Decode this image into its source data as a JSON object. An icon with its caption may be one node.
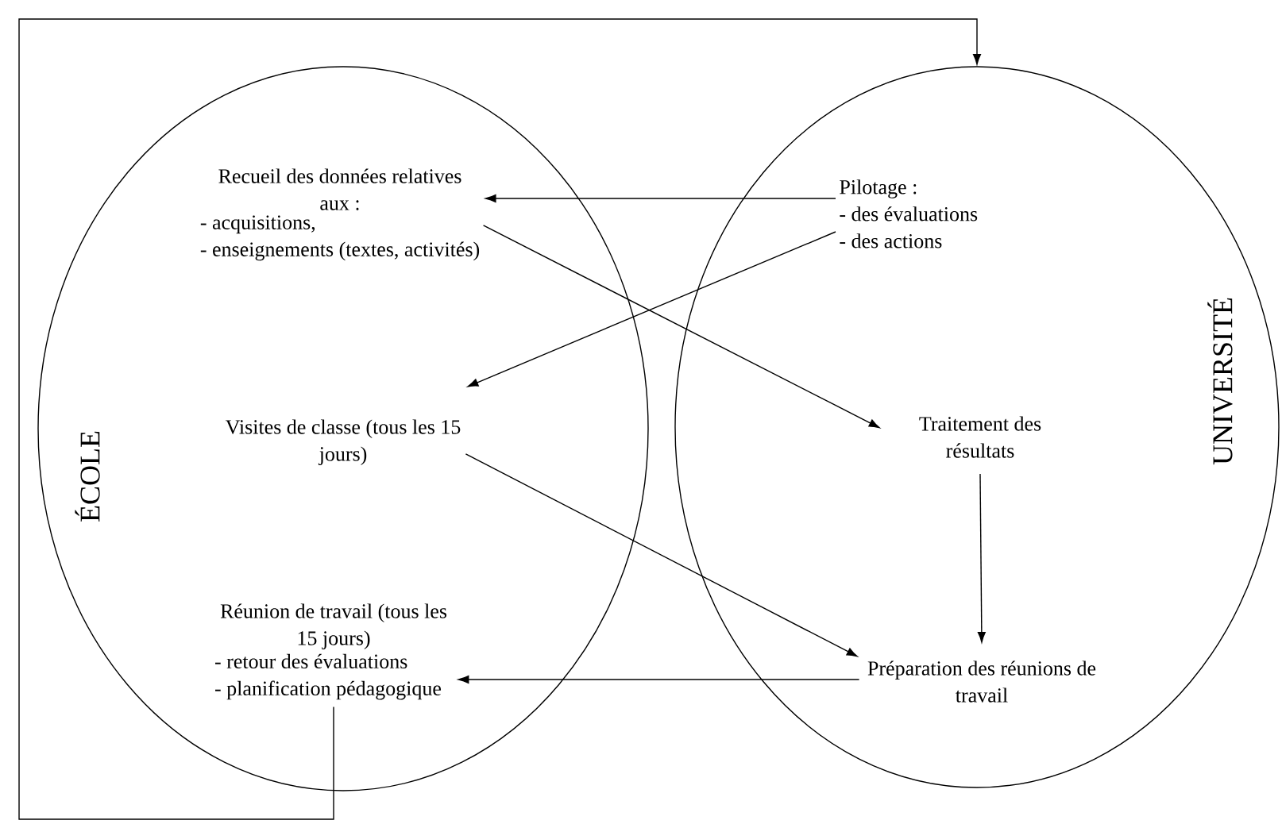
{
  "diagram": {
    "nodes": [
      {
        "text": [
          "ÉCOLE"
        ]
      },
      {
        "text": [
          "UNIVERSITÉ"
        ]
      },
      {
        "text": [
          "Recueil des données relatives aux :",
          "- acquisitions,",
          "- enseignements (textes, activités)"
        ],
        "in": 0
      },
      {
        "text": [
          "Visites de classe (tous les 15 jours)"
        ],
        "in": 0
      },
      {
        "text": [
          "Réunion de travail (tous les 15 jours)",
          "- retour des évaluations",
          "- planification pédagogique"
        ],
        "in": 0
      },
      {
        "text": [
          "Pilotage :",
          "- des évaluations",
          "- des actions"
        ],
        "in": 1
      },
      {
        "text": [
          "Traitement des résultats"
        ],
        "in": 1
      },
      {
        "text": [
          "Préparation des réunions de travail"
        ],
        "in": 1
      }
    ],
    "edges": [
      {
        "from": 5,
        "to": 2,
        "arrow": "to"
      },
      {
        "from": 5,
        "to": 3,
        "arrow": "to"
      },
      {
        "from": 2,
        "to": 6,
        "arrow": "to"
      },
      {
        "from": 3,
        "to": 7,
        "arrow": "to"
      },
      {
        "from": 7,
        "to": 4,
        "arrow": "to"
      },
      {
        "from": 6,
        "to": 7,
        "arrow": "to"
      },
      {
        "from": 4,
        "to": 1,
        "arrow": "to"
      }
    ]
  }
}
